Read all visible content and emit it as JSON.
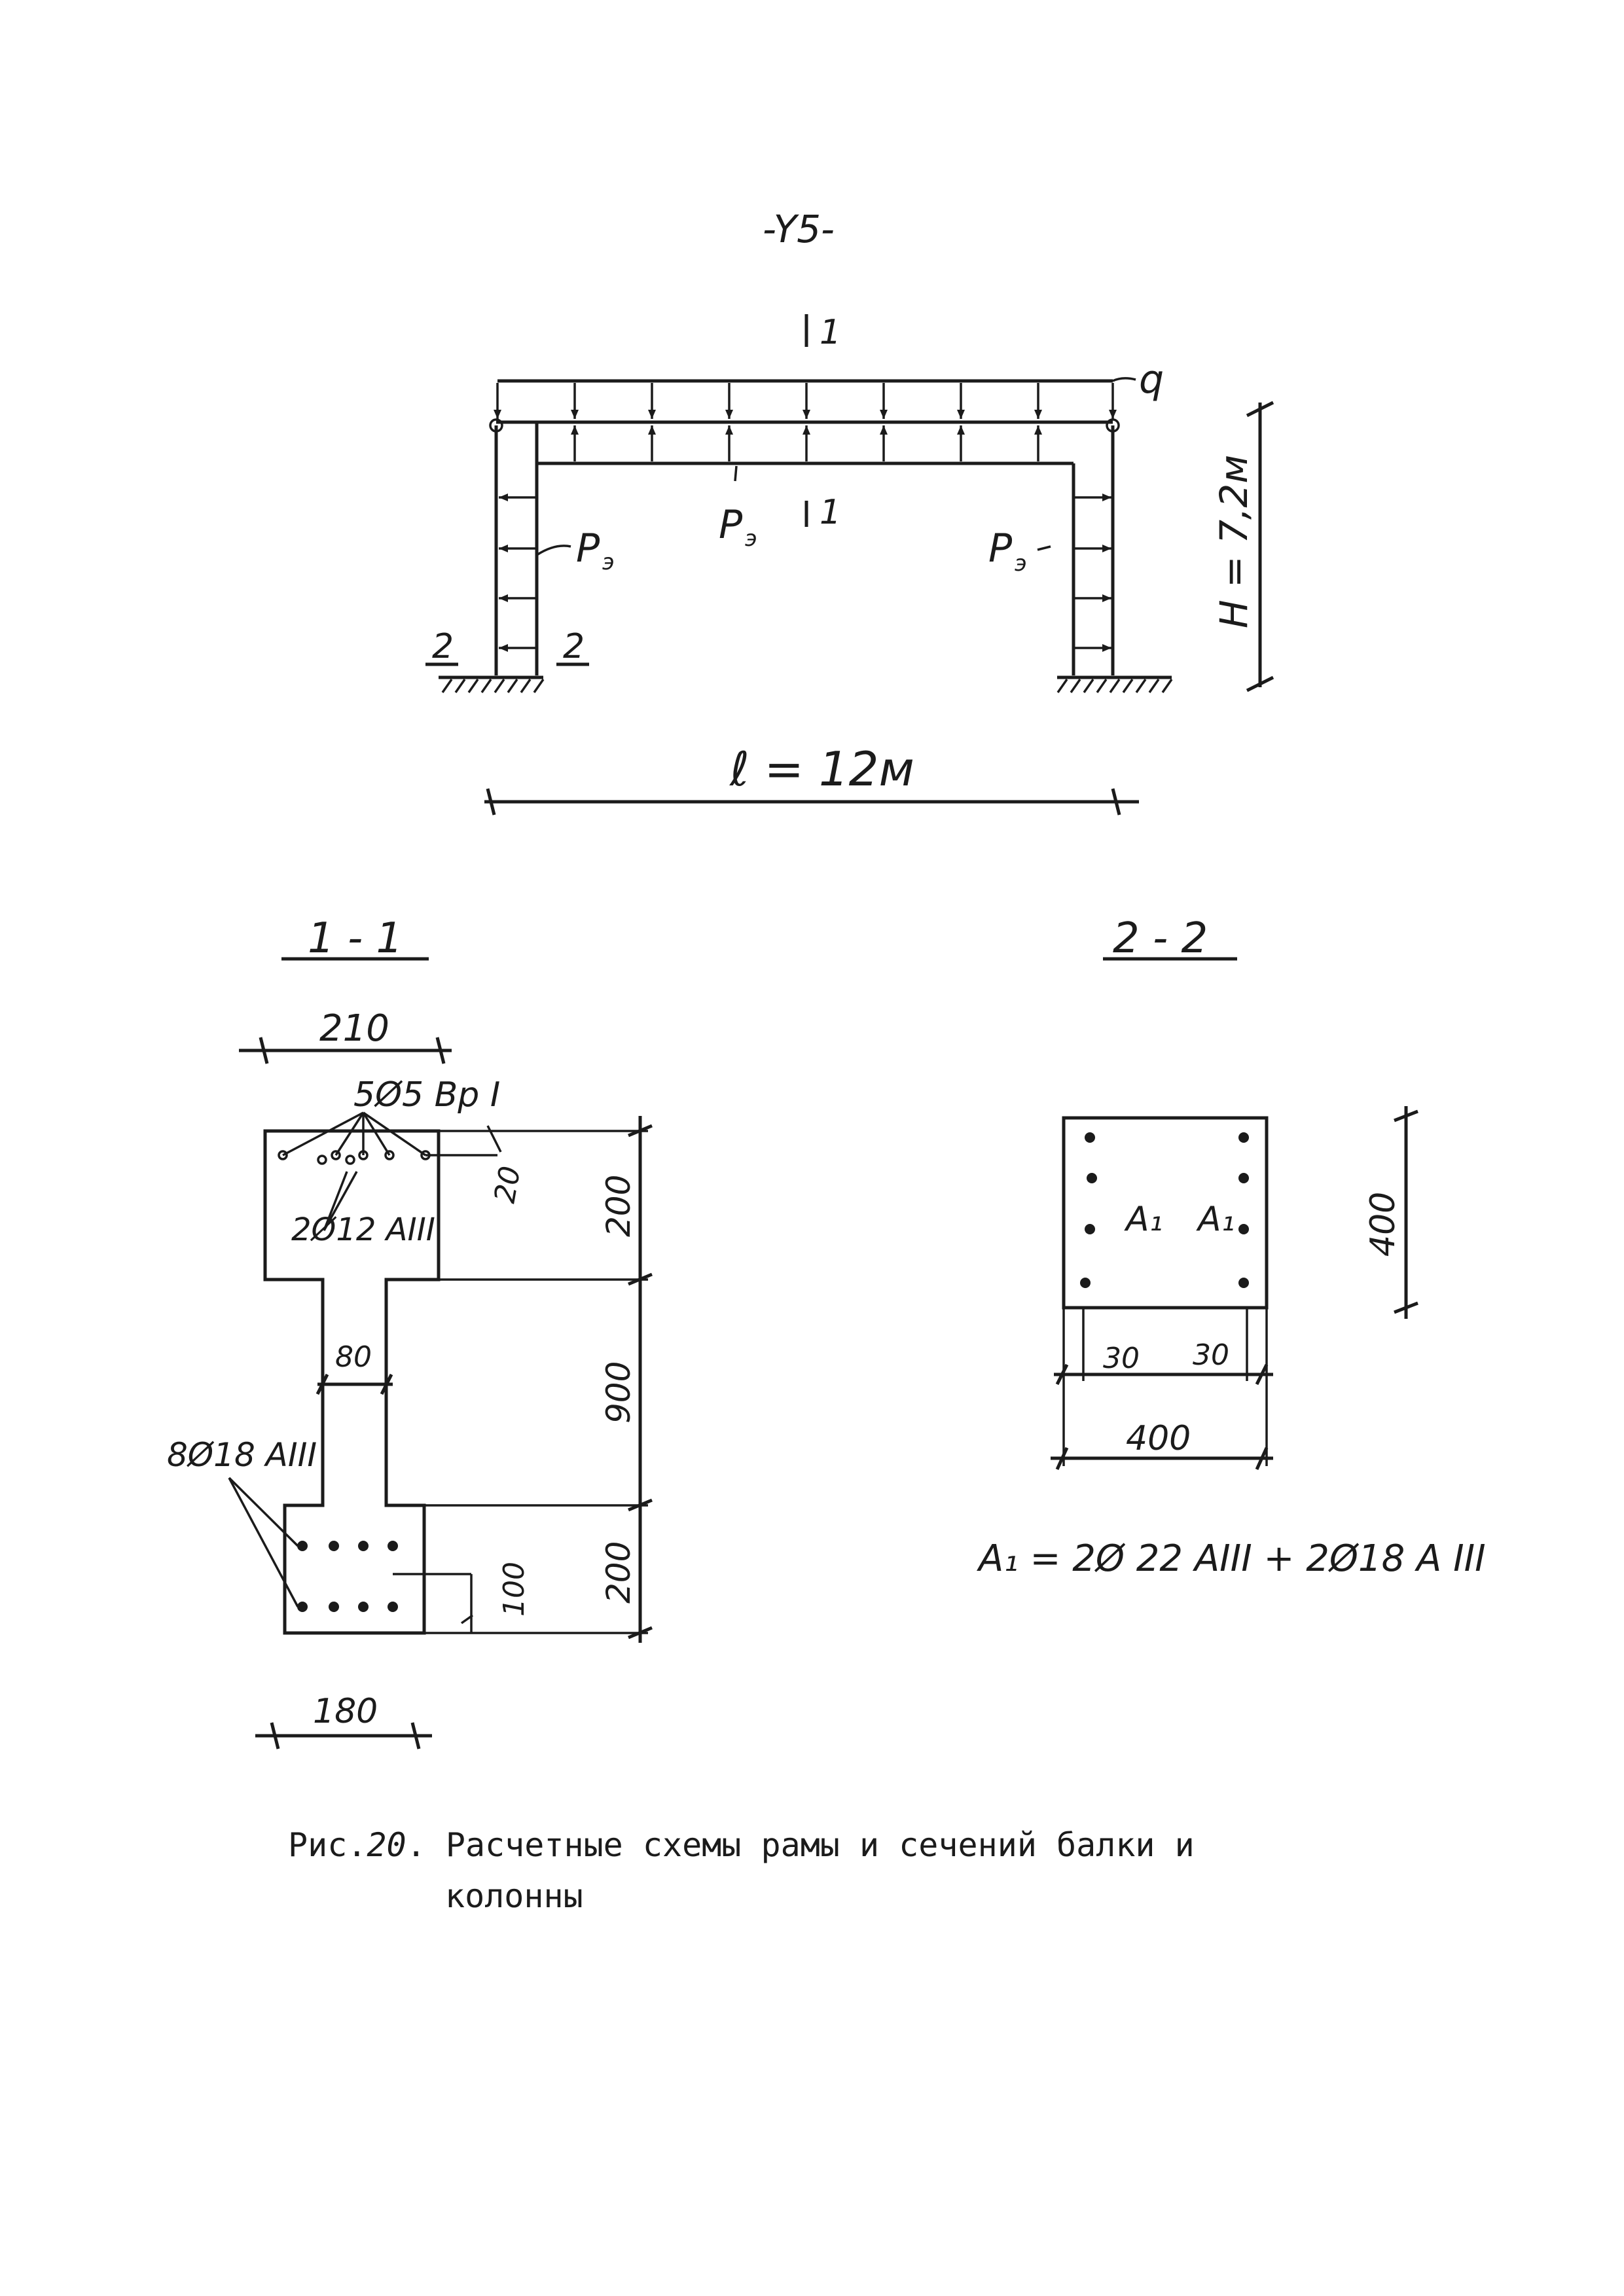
{
  "page_number": "-Y5-",
  "frame": {
    "section_mark": "1",
    "load_q": "q",
    "p_left": "P",
    "p_sub_left": "э",
    "p_mid": "P",
    "p_sub_mid": "э",
    "p_right": "P",
    "p_sub_right": "э",
    "column_section_mark": "2",
    "height_label": "H = 7,2м",
    "span_label": "ℓ = 12м"
  },
  "section_1": {
    "title": "1 - 1",
    "top_width": "210",
    "top_rebar": "5Ø5 Вр I",
    "cover": "20",
    "top_height": "200",
    "flange_rebar": "2Ø12 AIII",
    "web_width": "80",
    "web_height": "900",
    "bottom_rebar": "8Ø18 AIII",
    "bottom_height": "200",
    "bottom_cover": "100",
    "bottom_width": "180"
  },
  "section_2": {
    "title": "2 - 2",
    "height": "400",
    "a1_left": "A₁",
    "a1_right": "A₁",
    "cover_left": "30",
    "cover_right": "30",
    "width": "400",
    "a1_formula": "A₁ = 2Ø 22 AIII + 2Ø18 A III"
  },
  "caption": {
    "prefix": "Рис.",
    "number": "20",
    "text": ". Расчетные схемы рамы и сечений балки и",
    "text_line2": "колонны"
  }
}
